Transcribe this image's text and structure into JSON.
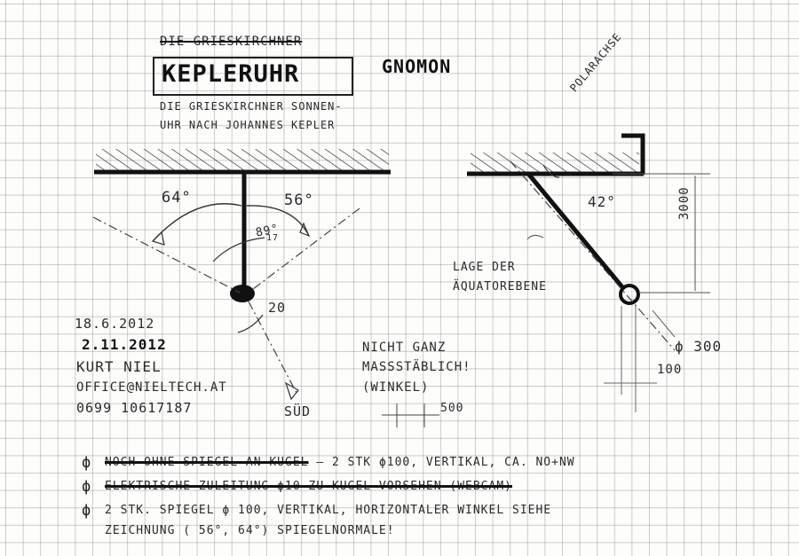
{
  "header": {
    "struck_title": "DIE GRIESKIRCHNER",
    "main_title": "KEPLERUHR",
    "gnomon_label": "GNOMON",
    "subtitle_line1": "DIE GRIESKIRCHNER SONNEN-",
    "subtitle_line2": "UHR NACH JOHANNES KEPLER"
  },
  "left_sketch": {
    "angle_64": "64°",
    "angle_56": "56°",
    "angle_small": "89°",
    "angle_small_sub": "17",
    "angle_20": "20",
    "sud_label": "SÜD"
  },
  "right_sketch": {
    "polar_axis": "POLARACHSE",
    "angle_42": "42°",
    "dim_3000": "3000",
    "equator_line1": "LAGE DER",
    "equator_line2": "ÄQUATOREBENE",
    "dia_300": "ϕ 300",
    "dim_100": "100"
  },
  "author": {
    "date1": "18.6.2012",
    "date2": "2.11.2012",
    "name": "KURT NIEL",
    "email": "OFFICE@NIELTECH.AT",
    "phone": "0699 10617187"
  },
  "scale_note": {
    "line1": "NICHT GANZ",
    "line2": "MASSSTÄBLICH!",
    "line3": "(WINKEL)",
    "dim_500": "500"
  },
  "notes": {
    "note1_struck": "NOCH OHNE SPIEGEL AN KUGEL",
    "note1_rest": "– 2 STK ϕ100, VERTIKAL, CA. NO+NW",
    "note2_struck": "ELEKTRISCHE ZULEITUNG ϕ10 ZU KUGEL VORSEHEN (WEBCAM)",
    "note3_line1": "2 STK. SPIEGEL ϕ 100, VERTIKAL, HORIZONTALER WINKEL SIEHE",
    "note3_line2": "ZEICHNUNG ( 56°, 64°) SPIEGELNORMALE!"
  }
}
